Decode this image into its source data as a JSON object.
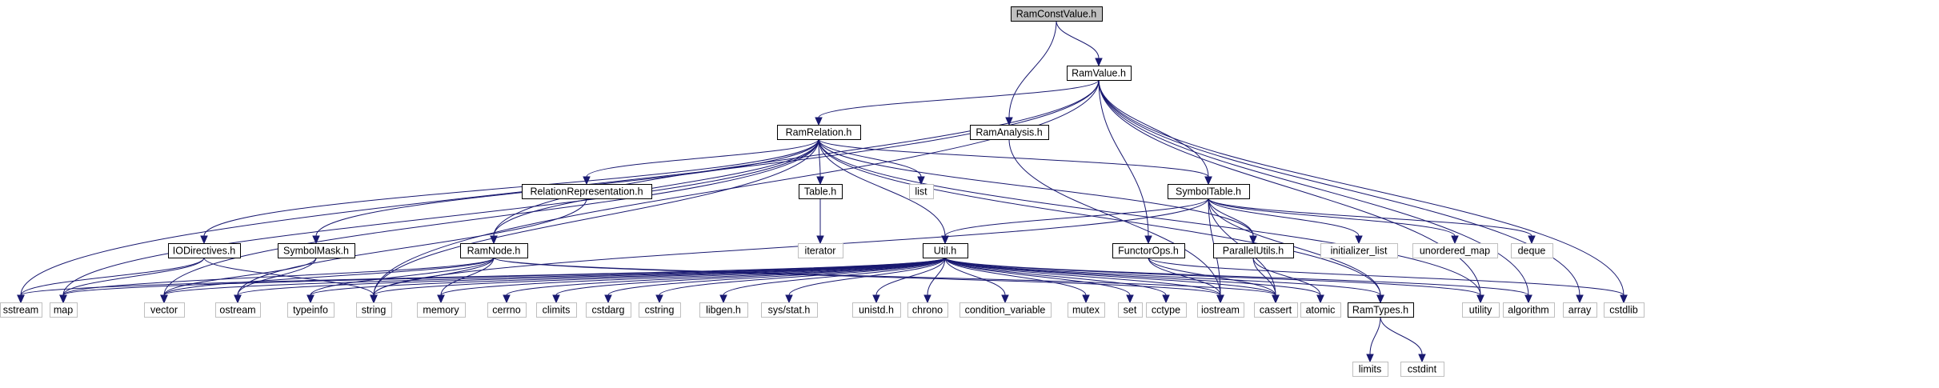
{
  "graph": {
    "nodes": [
      {
        "id": "RamConstValue_h",
        "label": "RamConstValue.h",
        "kind": "root"
      },
      {
        "id": "RamValue_h",
        "label": "RamValue.h",
        "kind": "local"
      },
      {
        "id": "RamAnalysis_h",
        "label": "RamAnalysis.h",
        "kind": "local"
      },
      {
        "id": "RamRelation_h",
        "label": "RamRelation.h",
        "kind": "local"
      },
      {
        "id": "RelationRepresentation_h",
        "label": "RelationRepresentation.h",
        "kind": "local"
      },
      {
        "id": "Table_h",
        "label": "Table.h",
        "kind": "local"
      },
      {
        "id": "list",
        "label": "list",
        "kind": "system"
      },
      {
        "id": "SymbolTable_h",
        "label": "SymbolTable.h",
        "kind": "local"
      },
      {
        "id": "iterator",
        "label": "iterator",
        "kind": "system"
      },
      {
        "id": "IODirectives_h",
        "label": "IODirectives.h",
        "kind": "local"
      },
      {
        "id": "SymbolMask_h",
        "label": "SymbolMask.h",
        "kind": "local"
      },
      {
        "id": "RamNode_h",
        "label": "RamNode.h",
        "kind": "local"
      },
      {
        "id": "Util_h",
        "label": "Util.h",
        "kind": "local"
      },
      {
        "id": "FunctorOps_h",
        "label": "FunctorOps.h",
        "kind": "local"
      },
      {
        "id": "ParallelUtils_h",
        "label": "ParallelUtils.h",
        "kind": "local"
      },
      {
        "id": "initializer_list",
        "label": "initializer_list",
        "kind": "system"
      },
      {
        "id": "unordered_map",
        "label": "unordered_map",
        "kind": "system"
      },
      {
        "id": "deque",
        "label": "deque",
        "kind": "system"
      },
      {
        "id": "sstream",
        "label": "sstream",
        "kind": "system"
      },
      {
        "id": "map",
        "label": "map",
        "kind": "system"
      },
      {
        "id": "vector",
        "label": "vector",
        "kind": "system"
      },
      {
        "id": "ostream",
        "label": "ostream",
        "kind": "system"
      },
      {
        "id": "typeinfo",
        "label": "typeinfo",
        "kind": "system"
      },
      {
        "id": "string",
        "label": "string",
        "kind": "system"
      },
      {
        "id": "memory",
        "label": "memory",
        "kind": "system"
      },
      {
        "id": "cerrno",
        "label": "cerrno",
        "kind": "system"
      },
      {
        "id": "climits",
        "label": "climits",
        "kind": "system"
      },
      {
        "id": "cstdarg",
        "label": "cstdarg",
        "kind": "system"
      },
      {
        "id": "cstring",
        "label": "cstring",
        "kind": "system"
      },
      {
        "id": "libgen_h",
        "label": "libgen.h",
        "kind": "system"
      },
      {
        "id": "sys_stat_h",
        "label": "sys/stat.h",
        "kind": "system"
      },
      {
        "id": "unistd_h",
        "label": "unistd.h",
        "kind": "system"
      },
      {
        "id": "chrono",
        "label": "chrono",
        "kind": "system"
      },
      {
        "id": "condition_variable",
        "label": "condition_variable",
        "kind": "system"
      },
      {
        "id": "mutex",
        "label": "mutex",
        "kind": "system"
      },
      {
        "id": "set",
        "label": "set",
        "kind": "system"
      },
      {
        "id": "cctype",
        "label": "cctype",
        "kind": "system"
      },
      {
        "id": "iostream",
        "label": "iostream",
        "kind": "system"
      },
      {
        "id": "cassert",
        "label": "cassert",
        "kind": "system"
      },
      {
        "id": "atomic",
        "label": "atomic",
        "kind": "system"
      },
      {
        "id": "RamTypes_h",
        "label": "RamTypes.h",
        "kind": "local"
      },
      {
        "id": "utility",
        "label": "utility",
        "kind": "system"
      },
      {
        "id": "algorithm",
        "label": "algorithm",
        "kind": "system"
      },
      {
        "id": "array",
        "label": "array",
        "kind": "system"
      },
      {
        "id": "cstdlib",
        "label": "cstdlib",
        "kind": "system"
      },
      {
        "id": "limits",
        "label": "limits",
        "kind": "system"
      },
      {
        "id": "cstdint",
        "label": "cstdint",
        "kind": "system"
      }
    ],
    "edges": [
      [
        "RamConstValue_h",
        "RamValue_h"
      ],
      [
        "RamConstValue_h",
        "RamAnalysis_h"
      ],
      [
        "RamValue_h",
        "RamRelation_h"
      ],
      [
        "RamValue_h",
        "RamNode_h"
      ],
      [
        "RamValue_h",
        "SymbolTable_h"
      ],
      [
        "RamValue_h",
        "FunctorOps_h"
      ],
      [
        "RamValue_h",
        "sstream"
      ],
      [
        "RamValue_h",
        "string"
      ],
      [
        "RamValue_h",
        "utility"
      ],
      [
        "RamValue_h",
        "algorithm"
      ],
      [
        "RamValue_h",
        "array"
      ],
      [
        "RamValue_h",
        "cstdlib"
      ],
      [
        "RamAnalysis_h",
        "iostream"
      ],
      [
        "RamRelation_h",
        "RelationRepresentation_h"
      ],
      [
        "RamRelation_h",
        "Table_h"
      ],
      [
        "RamRelation_h",
        "list"
      ],
      [
        "RamRelation_h",
        "SymbolTable_h"
      ],
      [
        "RamRelation_h",
        "IODirectives_h"
      ],
      [
        "RamRelation_h",
        "SymbolMask_h"
      ],
      [
        "RamRelation_h",
        "RamNode_h"
      ],
      [
        "RamRelation_h",
        "Util_h"
      ],
      [
        "RamRelation_h",
        "ParallelUtils_h"
      ],
      [
        "RamRelation_h",
        "map"
      ],
      [
        "RamRelation_h",
        "vector"
      ],
      [
        "RamRelation_h",
        "string"
      ],
      [
        "RamRelation_h",
        "RamTypes_h"
      ],
      [
        "RamRelation_h",
        "utility"
      ],
      [
        "RelationRepresentation_h",
        "ostream"
      ],
      [
        "Table_h",
        "iterator"
      ],
      [
        "SymbolTable_h",
        "Util_h"
      ],
      [
        "SymbolTable_h",
        "ParallelUtils_h"
      ],
      [
        "SymbolTable_h",
        "initializer_list"
      ],
      [
        "SymbolTable_h",
        "unordered_map"
      ],
      [
        "SymbolTable_h",
        "deque"
      ],
      [
        "SymbolTable_h",
        "string"
      ],
      [
        "SymbolTable_h",
        "iostream"
      ],
      [
        "SymbolTable_h",
        "cassert"
      ],
      [
        "SymbolTable_h",
        "RamTypes_h"
      ],
      [
        "IODirectives_h",
        "sstream"
      ],
      [
        "IODirectives_h",
        "map"
      ],
      [
        "IODirectives_h",
        "string"
      ],
      [
        "SymbolMask_h",
        "vector"
      ],
      [
        "SymbolMask_h",
        "ostream"
      ],
      [
        "RamNode_h",
        "vector"
      ],
      [
        "RamNode_h",
        "typeinfo"
      ],
      [
        "RamNode_h",
        "string"
      ],
      [
        "RamNode_h",
        "memory"
      ],
      [
        "RamNode_h",
        "iostream"
      ],
      [
        "RamNode_h",
        "cassert"
      ],
      [
        "RamNode_h",
        "map"
      ],
      [
        "Util_h",
        "sstream"
      ],
      [
        "Util_h",
        "map"
      ],
      [
        "Util_h",
        "vector"
      ],
      [
        "Util_h",
        "ostream"
      ],
      [
        "Util_h",
        "typeinfo"
      ],
      [
        "Util_h",
        "string"
      ],
      [
        "Util_h",
        "memory"
      ],
      [
        "Util_h",
        "cerrno"
      ],
      [
        "Util_h",
        "climits"
      ],
      [
        "Util_h",
        "cstdarg"
      ],
      [
        "Util_h",
        "cstring"
      ],
      [
        "Util_h",
        "libgen_h"
      ],
      [
        "Util_h",
        "sys_stat_h"
      ],
      [
        "Util_h",
        "unistd_h"
      ],
      [
        "Util_h",
        "chrono"
      ],
      [
        "Util_h",
        "condition_variable"
      ],
      [
        "Util_h",
        "mutex"
      ],
      [
        "Util_h",
        "set"
      ],
      [
        "Util_h",
        "cctype"
      ],
      [
        "Util_h",
        "iostream"
      ],
      [
        "Util_h",
        "cassert"
      ],
      [
        "Util_h",
        "atomic"
      ],
      [
        "Util_h",
        "RamTypes_h"
      ],
      [
        "Util_h",
        "utility"
      ],
      [
        "Util_h",
        "algorithm"
      ],
      [
        "FunctorOps_h",
        "cassert"
      ],
      [
        "FunctorOps_h",
        "iostream"
      ],
      [
        "FunctorOps_h",
        "cstdlib"
      ],
      [
        "ParallelUtils_h",
        "atomic"
      ],
      [
        "ParallelUtils_h",
        "cassert"
      ],
      [
        "RamTypes_h",
        "limits"
      ],
      [
        "RamTypes_h",
        "cstdint"
      ]
    ]
  }
}
